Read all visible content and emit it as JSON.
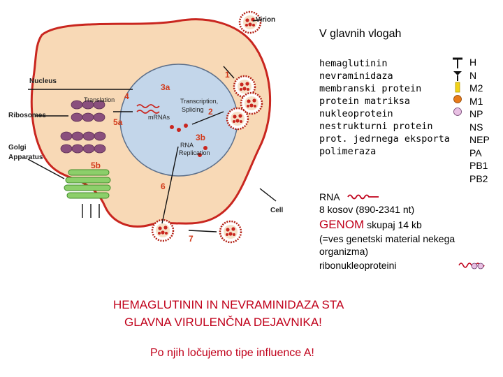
{
  "title": "V glavnih vlogah",
  "proteins": [
    {
      "name": "hemaglutinin",
      "abbr": "H",
      "icon": "hemagglutinin-icon"
    },
    {
      "name": "nevraminidaza",
      "abbr": "N",
      "icon": "neuraminidase-icon"
    },
    {
      "name": "membranski protein",
      "abbr": "M2",
      "icon": "m2-icon"
    },
    {
      "name": "protein matriksa",
      "abbr": "M1",
      "icon": "m1-icon"
    },
    {
      "name": "nukleoprotein",
      "abbr": "NP",
      "icon": "np-icon"
    },
    {
      "name": "nestrukturni protein",
      "abbr": "NS",
      "icon": ""
    },
    {
      "name": "prot. jedrnega eksporta",
      "abbr": "NEP",
      "icon": ""
    },
    {
      "name": "polimeraza",
      "abbr": "PA",
      "icon": ""
    },
    {
      "name": "",
      "abbr": "PB1",
      "icon": ""
    },
    {
      "name": "",
      "abbr": "PB2",
      "icon": ""
    }
  ],
  "rna": {
    "label": "RNA",
    "segments": "8 kosov (890-2341 nt)"
  },
  "genome": {
    "label": "GENOM",
    "size": "skupaj 14 kb",
    "def_line1": "(=ves genetski material nekega",
    "def_line2": "organizma)"
  },
  "ribonucleoproteins": "ribonukleoproteini",
  "headline_line1": "HEMAGLUTININ IN NEVRAMINIDAZA STA",
  "headline_line2": "GLAVNA VIRULENČNA DEJAVNIKA!",
  "footer": "Po njih ločujemo tipe influence A!",
  "diagram": {
    "virion": "Virion",
    "nucleus": "Nucleus",
    "ribosomes": "Ribosomes",
    "golgi1": "Golgi",
    "golgi2": "Apparatus",
    "cell": "Cell",
    "translation": "Translation",
    "mrnas": "mRNAs",
    "transcription": "Transcription,",
    "splicing": "Splicing",
    "rna": "RNA",
    "replication": "Replication",
    "steps": [
      "1",
      "2",
      "3a",
      "3b",
      "4",
      "5a",
      "5b",
      "6",
      "7"
    ]
  },
  "colors": {
    "accent": "#c0001a",
    "cell_fill": "#f8d9b6",
    "nucleus_fill": "#c3d6ea",
    "virion_red": "#c9261f"
  }
}
